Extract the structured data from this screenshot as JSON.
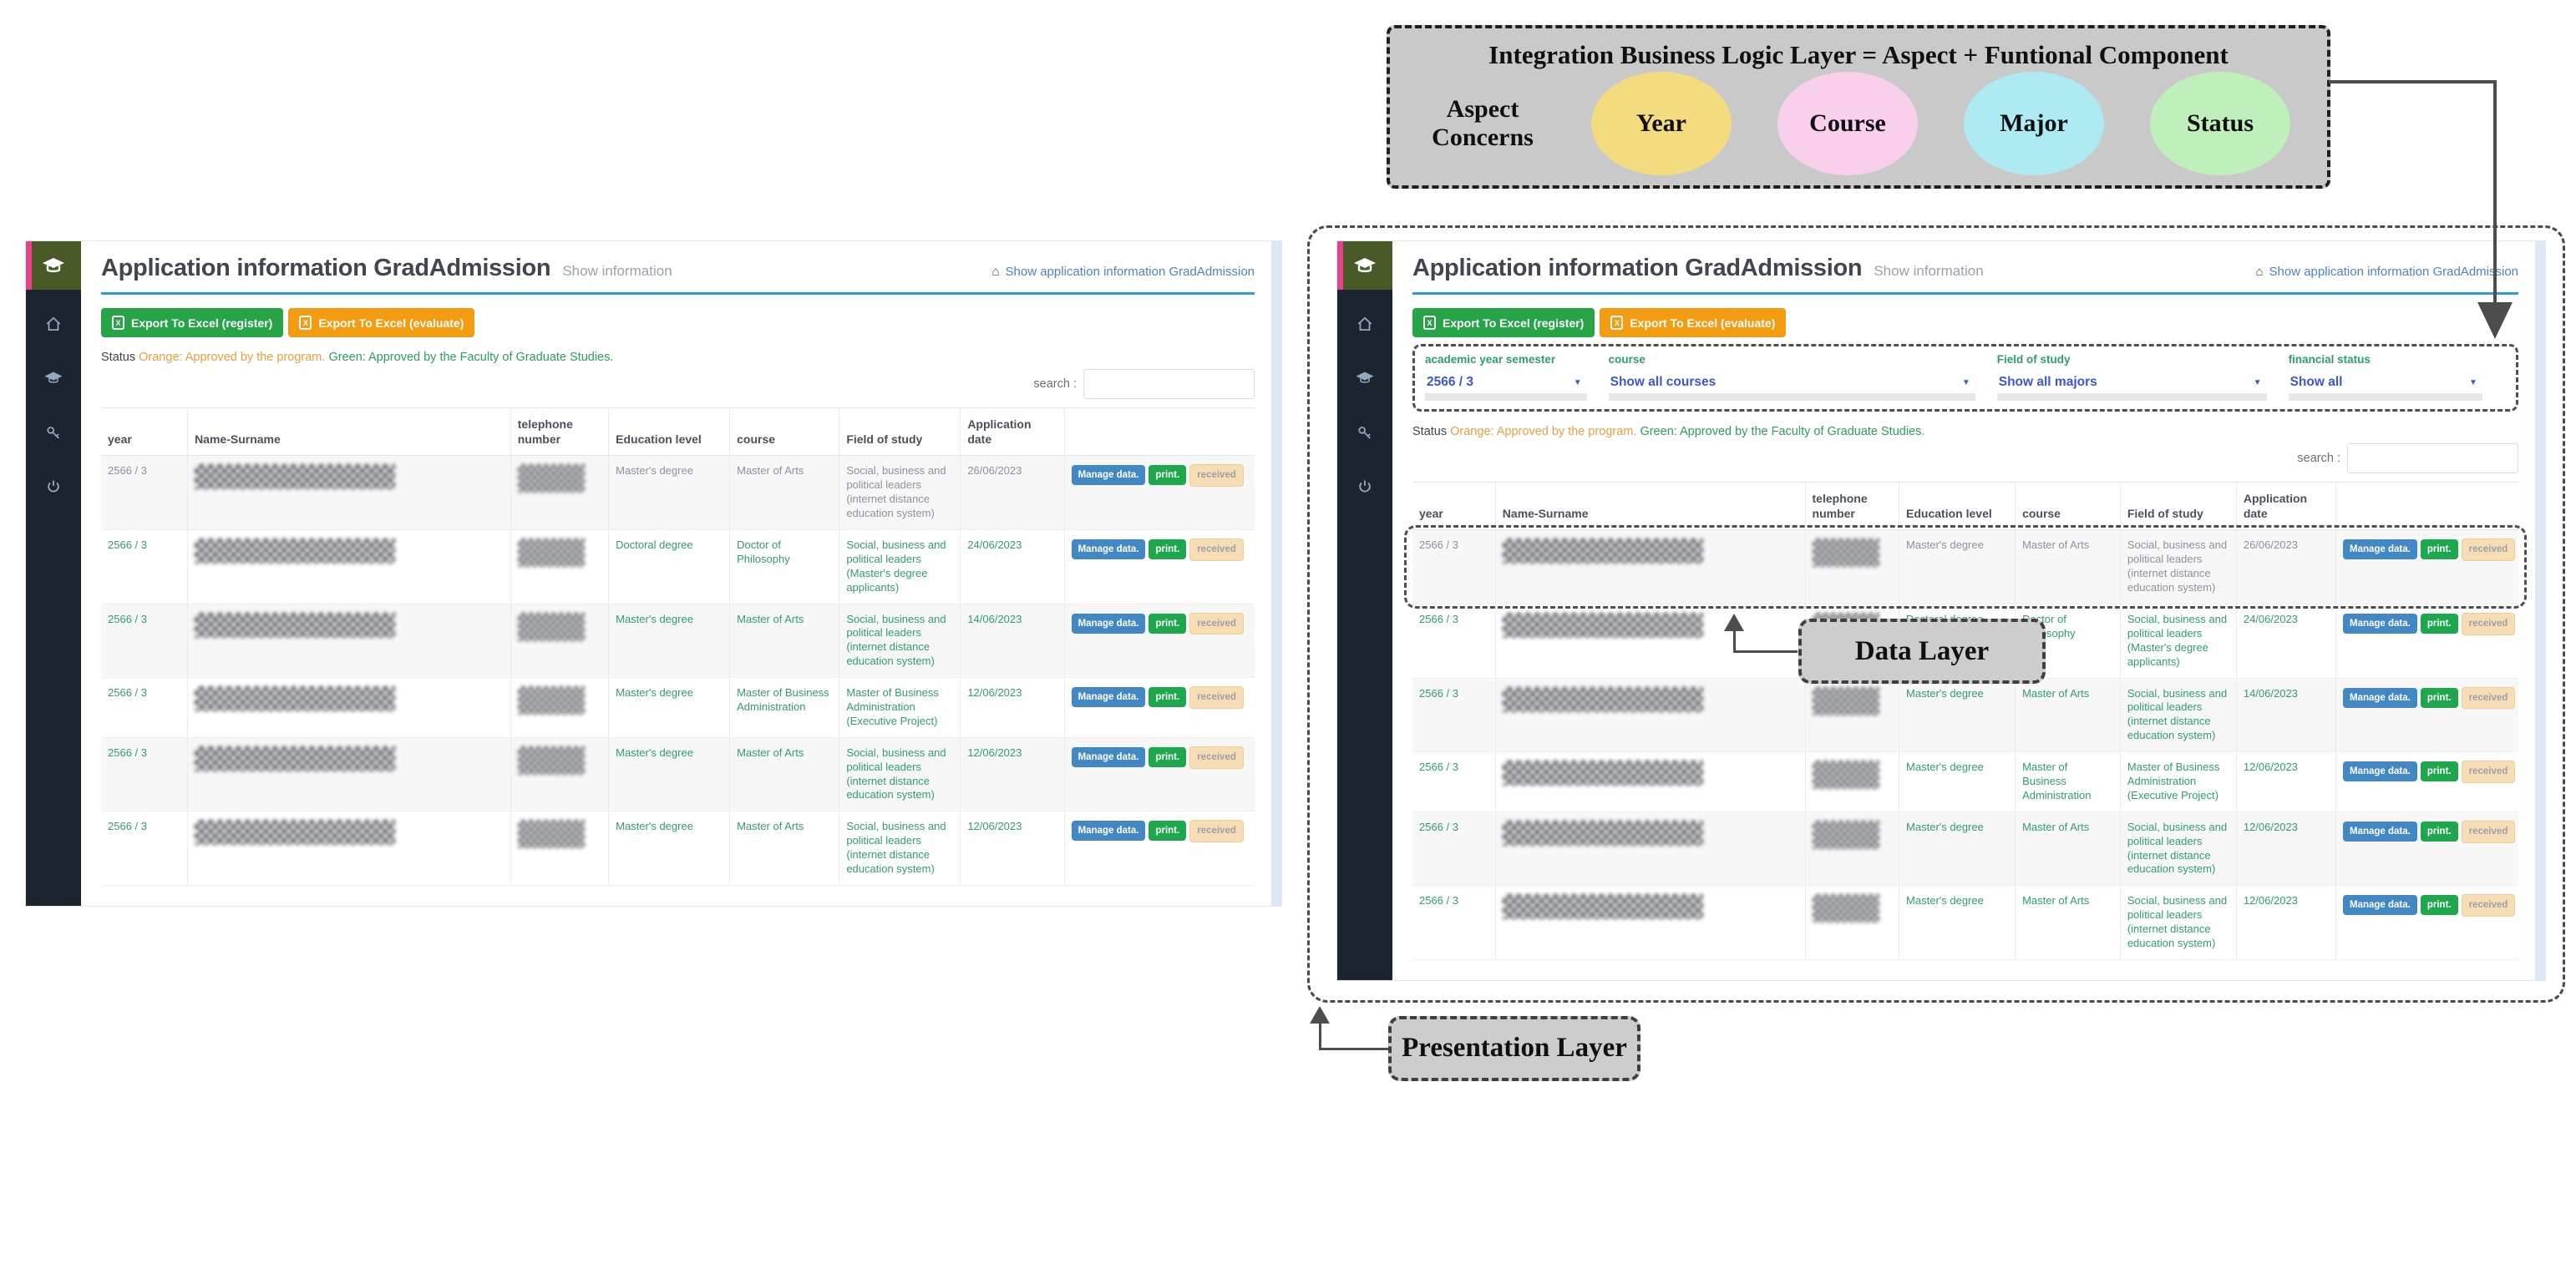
{
  "annotations": {
    "logic_box": {
      "title": "Integration Business Logic Layer = Aspect + Funtional Component",
      "aspect_label": "Aspect Concerns",
      "aspects": [
        {
          "label": "Year",
          "color": "#f3dc80"
        },
        {
          "label": "Course",
          "color": "#f8d0ec"
        },
        {
          "label": "Major",
          "color": "#aeeaf1"
        },
        {
          "label": "Status",
          "color": "#bff0bb"
        }
      ]
    },
    "data_layer": "Data Layer",
    "presentation_layer": "Presentation Layer"
  },
  "app": {
    "title": "Application information GradAdmission",
    "subtitle": "Show information",
    "breadcrumb": "Show application information GradAdmission",
    "export_register": "Export To Excel (register)",
    "export_evaluate": "Export To Excel (evaluate)",
    "excel_icon_glyph": "X",
    "status": {
      "prefix": "Status ",
      "orange": "Orange: Approved by the program. ",
      "green": "Green: Approved by the Faculty of Graduate Studies."
    },
    "search_label": "search :",
    "sidebar_icons": [
      "home-icon",
      "graduation-cap-icon",
      "key-icon",
      "power-icon"
    ],
    "filters": [
      {
        "label": "academic year semester",
        "value": "2566 / 3"
      },
      {
        "label": "course",
        "value": "Show all courses"
      },
      {
        "label": "Field of study",
        "value": "Show all majors"
      },
      {
        "label": "financial status",
        "value": "Show all"
      }
    ],
    "table": {
      "headers": [
        "year",
        "Name-Surname",
        "telephone number",
        "Education level",
        "course",
        "Field of study",
        "Application date"
      ],
      "actions": [
        "Manage data.",
        "print.",
        "received"
      ],
      "rows": [
        {
          "year": "2566 / 3",
          "education": "Master's degree",
          "course": "Master of Arts",
          "field": "Social, business and political leaders (internet distance education system)",
          "date": "26/06/2023",
          "status": "gray"
        },
        {
          "year": "2566 / 3",
          "education": "Doctoral degree",
          "course": "Doctor of Philosophy",
          "field": "Social, business and political leaders (Master's degree applicants)",
          "date": "24/06/2023",
          "status": "green"
        },
        {
          "year": "2566 / 3",
          "education": "Master's degree",
          "course": "Master of Arts",
          "field": "Social, business and political leaders (internet distance education system)",
          "date": "14/06/2023",
          "status": "green"
        },
        {
          "year": "2566 / 3",
          "education": "Master's degree",
          "course": "Master of Business Administration",
          "field": "Master of Business Administration (Executive Project)",
          "date": "12/06/2023",
          "status": "green"
        },
        {
          "year": "2566 / 3",
          "education": "Master's degree",
          "course": "Master of Arts",
          "field": "Social, business and political leaders (internet distance education system)",
          "date": "12/06/2023",
          "status": "green"
        },
        {
          "year": "2566 / 3",
          "education": "Master's degree",
          "course": "Master of Arts",
          "field": "Social, business and political leaders (internet distance education system)",
          "date": "12/06/2023",
          "status": "green"
        }
      ]
    }
  },
  "colors": {
    "accent_rule": "#2f9bd8",
    "sidebar": "#1b2430",
    "logo_green": "#4a5a26",
    "logo_pink": "#e8418c",
    "btn_register": "#27a348",
    "btn_evaluate": "#f39c12",
    "status_orange": "#ee9d3d",
    "status_green": "#2ba05a",
    "row_green_text": "#2f9e6a",
    "btn_manage": "#4288c5",
    "btn_print": "#1ea84e",
    "btn_received_bg": "#f7ddb4"
  }
}
